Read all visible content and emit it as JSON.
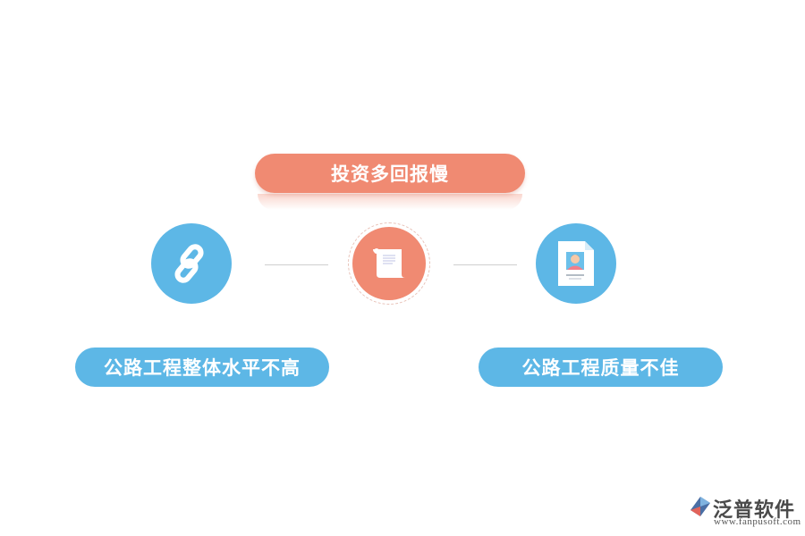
{
  "top_box": {
    "label": "投资多回报慢"
  },
  "left_box": {
    "label": "公路工程整体水平不高"
  },
  "right_box": {
    "label": "公路工程质量不佳"
  },
  "icons": {
    "left": "link-chain-icon",
    "center": "scroll-document-icon",
    "right": "profile-document-icon"
  },
  "colors": {
    "accent_orange": "#f08a72",
    "accent_blue": "#5db7e6",
    "connector": "#cfcfcf"
  },
  "brand": {
    "name": "泛普软件",
    "url": "www.fanpusoft.com"
  }
}
